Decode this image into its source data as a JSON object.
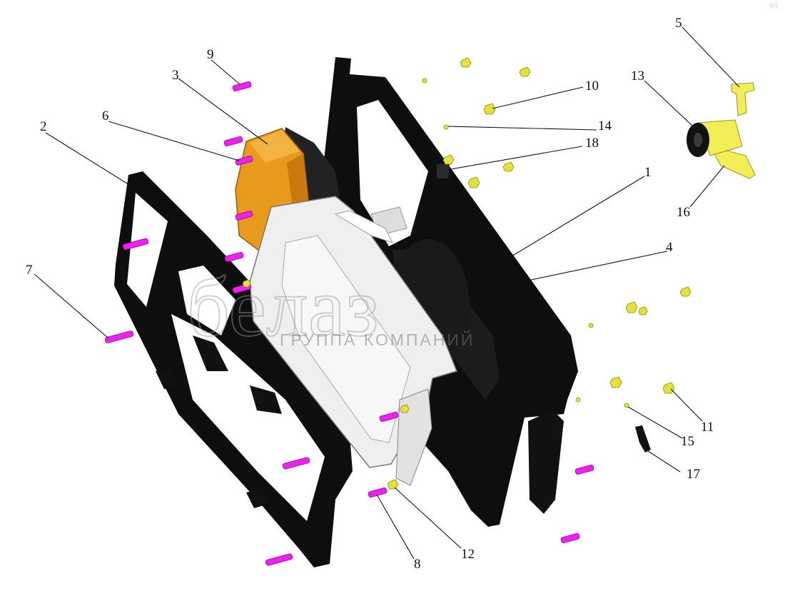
{
  "corner_mark": "1/1",
  "watermark": {
    "brand": "белаз",
    "subtitle": "ГРУППА КОМПАНИЙ"
  },
  "callouts": {
    "c1": "1",
    "c2": "2",
    "c3": "3",
    "c4": "4",
    "c5": "5",
    "c6": "6",
    "c7": "7",
    "c8": "8",
    "c9": "9",
    "c10": "10",
    "c11": "11",
    "c12": "12",
    "c13": "13",
    "c14": "14",
    "c15": "15",
    "c16": "16",
    "c17": "17",
    "c18": "18"
  },
  "colors": {
    "frame": "#0f0f0f",
    "housing": "#eeeeee",
    "motor": "#e89a1c",
    "bolt": "#ee22ee",
    "nut": "#e2e23a",
    "bushing": "#f2ee58"
  }
}
